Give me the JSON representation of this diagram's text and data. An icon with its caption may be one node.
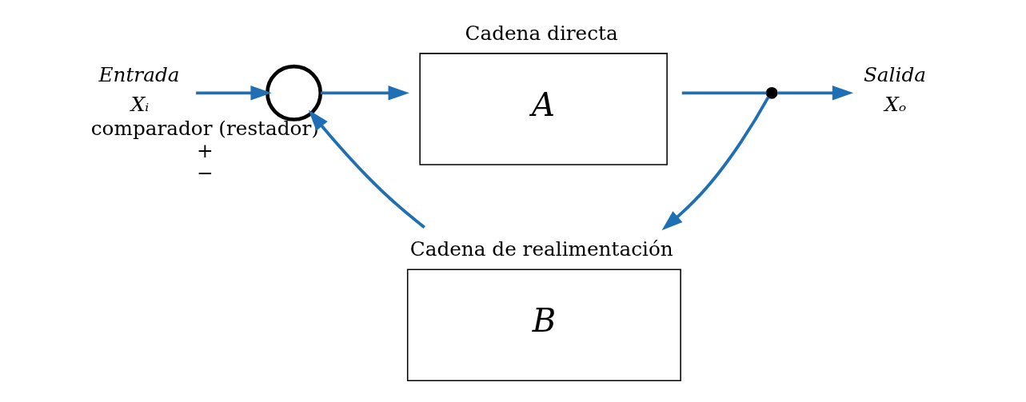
{
  "diagram": {
    "nodes": [
      {
        "text": [
          "Entrada",
          "Xᵢ"
        ]
      },
      {
        "text": [
          "comparador (restador)"
        ],
        "beside": [
          "+",
          "−"
        ]
      },
      {
        "text": [
          "Cadena directa",
          "A"
        ]
      },
      {
        "text": [],
        "shape": "dot"
      },
      {
        "text": [
          "Salida",
          "Xₒ"
        ]
      },
      {
        "text": [
          "Cadena de realimentación",
          "B"
        ]
      }
    ],
    "edges": [
      {
        "from": 0,
        "to": 1,
        "arrow": "to"
      },
      {
        "from": 1,
        "to": 2,
        "arrow": "to"
      },
      {
        "from": 2,
        "to": 3,
        "arrow": "none"
      },
      {
        "from": 3,
        "to": 4,
        "arrow": "to"
      },
      {
        "from": 3,
        "to": 5,
        "arrow": "to"
      },
      {
        "from": 5,
        "to": 1,
        "arrow": "to"
      }
    ]
  }
}
